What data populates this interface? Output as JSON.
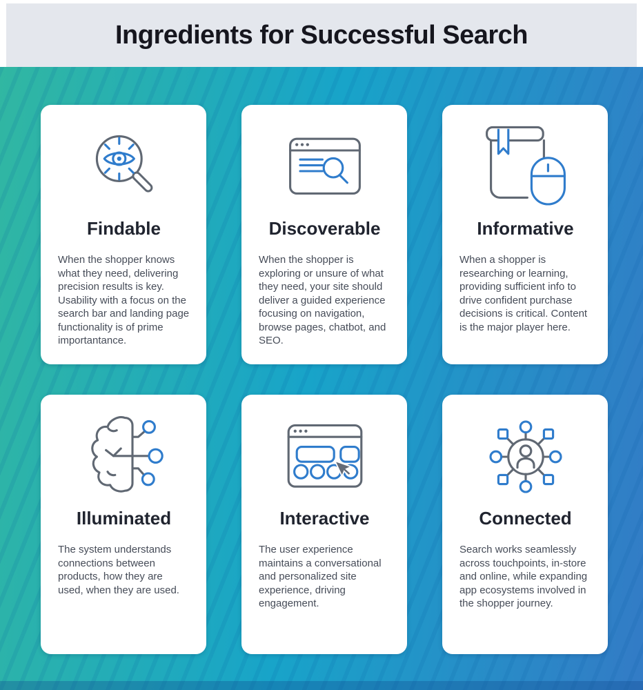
{
  "header": {
    "title": "Ingredients for Successful Search"
  },
  "colors": {
    "accent_blue": "#2f7ccc",
    "icon_gray": "#606873",
    "gradient_left": "#31b7a2",
    "gradient_mid": "#18a4c9",
    "gradient_right": "#337bc6",
    "header_bg": "#e4e7ed",
    "card_bg": "#ffffff"
  },
  "cards": [
    {
      "id": "findable",
      "icon": "eye-magnifier-icon",
      "title": "Findable",
      "description": "When the shopper knows what they need, delivering precision results is key. Usability with a focus on the search bar and landing page functionality is of prime importantance."
    },
    {
      "id": "discoverable",
      "icon": "browser-search-icon",
      "title": "Discoverable",
      "description": "When the shopper is exploring or unsure of what they need, your site should deliver a guided experience focusing on navigation, browse pages, chatbot, and SEO."
    },
    {
      "id": "informative",
      "icon": "book-mouse-icon",
      "title": "Informative",
      "description": "When a shopper is researching or learning, providing sufficient info to drive confident purchase decisions is critical. Content is the major player here."
    },
    {
      "id": "illuminated",
      "icon": "brain-circuit-icon",
      "title": "Illuminated",
      "description": "The system understands connections between products, how they are used, when they are used."
    },
    {
      "id": "interactive",
      "icon": "browser-widgets-cursor-icon",
      "title": "Interactive",
      "description": "The user experience maintains a conversational and personalized site experience, driving engagement."
    },
    {
      "id": "connected",
      "icon": "network-person-icon",
      "title": "Connected",
      "description": "Search works seamlessly across touchpoints, in-store and online, while expanding app ecosystems involved in the shopper journey."
    }
  ]
}
